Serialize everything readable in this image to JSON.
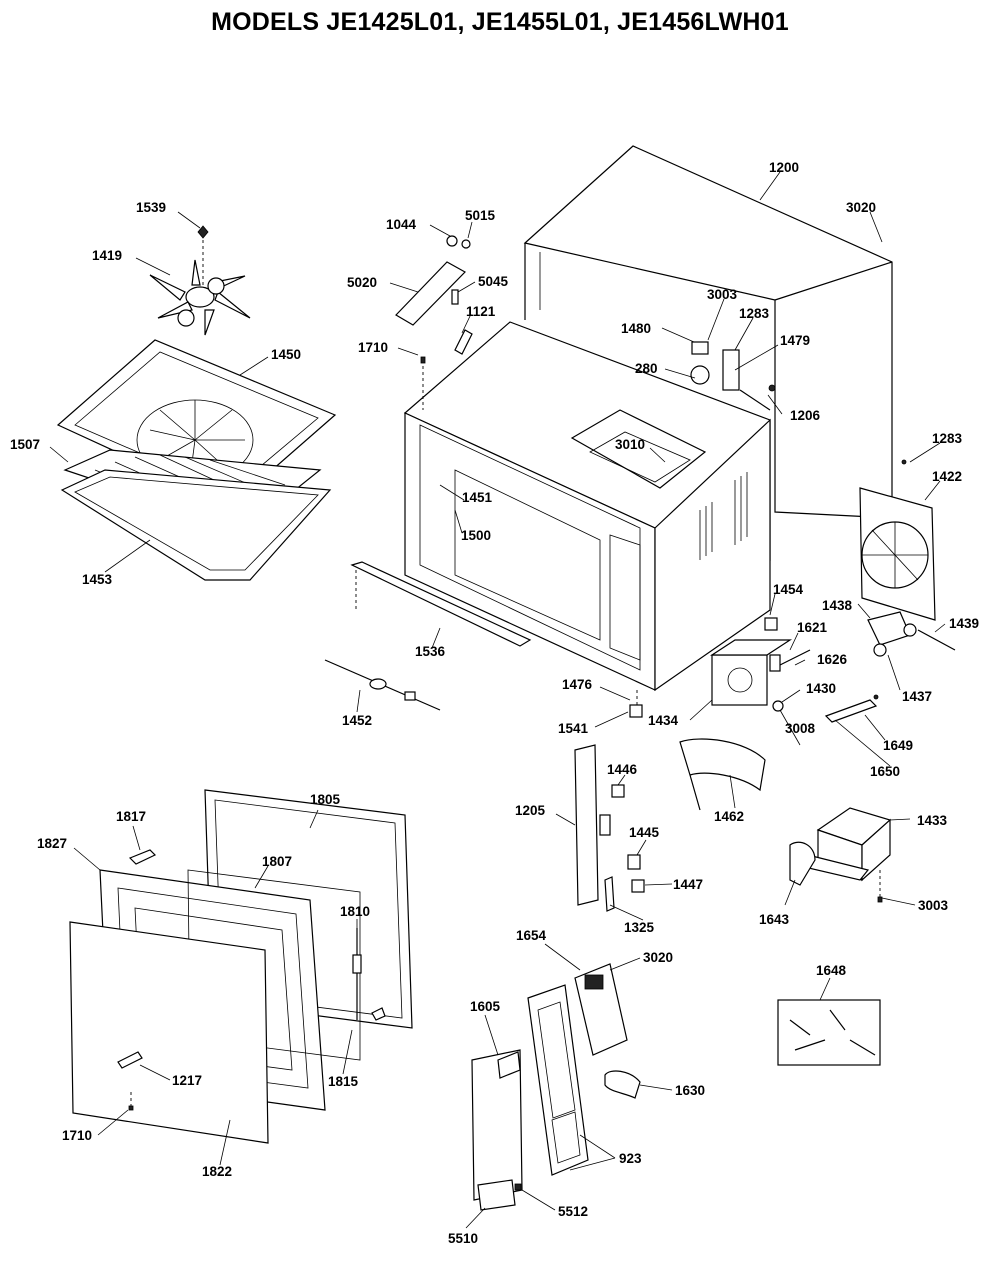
{
  "title": "MODELS JE1425L01, JE1455L01, JE1456LWH01",
  "labels": {
    "p1539": "1539",
    "p1419": "1419",
    "p1450": "1450",
    "p1507": "1507",
    "p1453": "1453",
    "p1044": "1044",
    "p5015": "5015",
    "p5020": "5020",
    "p5045": "5045",
    "p1121": "1121",
    "p1710a": "1710",
    "p1200": "1200",
    "p3020a": "3020",
    "p3003a": "3003",
    "p1283a": "1283",
    "p1480": "1480",
    "p1479": "1479",
    "p280": "280",
    "p1206": "1206",
    "p3010": "3010",
    "p1451": "1451",
    "p1500": "1500",
    "p1283b": "1283",
    "p1422": "1422",
    "p1536": "1536",
    "p1452": "1452",
    "p1454": "1454",
    "p1438": "1438",
    "p1439": "1439",
    "p1621": "1621",
    "p1626": "1626",
    "p1437": "1437",
    "p1476": "1476",
    "p1430": "1430",
    "p1541": "1541",
    "p1434": "1434",
    "p3008": "3008",
    "p1649": "1649",
    "p1650": "1650",
    "p1446": "1446",
    "p1205": "1205",
    "p1462": "1462",
    "p1433": "1433",
    "p1445": "1445",
    "p1447": "1447",
    "p1325": "1325",
    "p1643": "1643",
    "p3003b": "3003",
    "p1805": "1805",
    "p1817": "1817",
    "p1827": "1827",
    "p1807": "1807",
    "p1810": "1810",
    "p1217": "1217",
    "p1815": "1815",
    "p1710b": "1710",
    "p1822": "1822",
    "p1654": "1654",
    "p3020b": "3020",
    "p1648": "1648",
    "p1605": "1605",
    "p1630": "1630",
    "p923": "923",
    "p5512": "5512",
    "p5510": "5510"
  }
}
